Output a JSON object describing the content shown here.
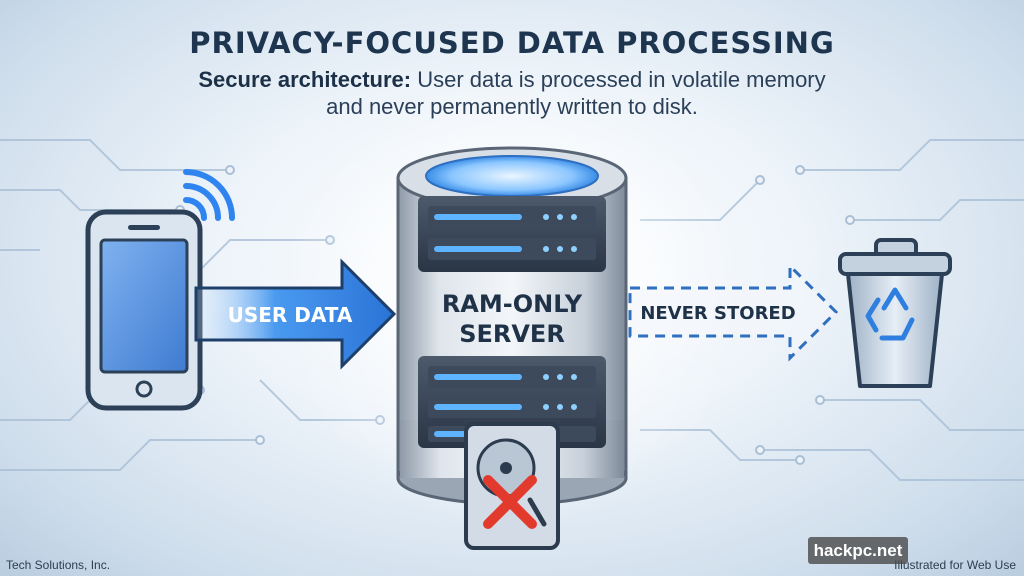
{
  "header": {
    "title": "PRIVACY-FOCUSED DATA PROCESSING",
    "subtitle_bold": "Secure architecture:",
    "subtitle_line1": "User data is processed in volatile memory",
    "subtitle_line2": "and never permanently written to disk."
  },
  "diagram": {
    "source_label": "USER DATA",
    "server_label_line1": "RAM-ONLY",
    "server_label_line2": "SERVER",
    "output_label": "NEVER STORED",
    "icons": [
      "smartphone-icon",
      "wifi-signal-icon",
      "server-icon",
      "hard-drive-icon",
      "cross-mark-icon",
      "trash-bin-icon",
      "recycle-icon"
    ]
  },
  "footer": {
    "left": "Tech Solutions, Inc.",
    "right": "Illustrated for Web Use",
    "watermark": "hackpc.net"
  },
  "colors": {
    "title": "#1e3550",
    "accent_blue": "#2f7fe0",
    "glow_blue": "#5fb4ff",
    "cross_red": "#e23b2e",
    "dashed_arrow": "#2f6fbf"
  }
}
